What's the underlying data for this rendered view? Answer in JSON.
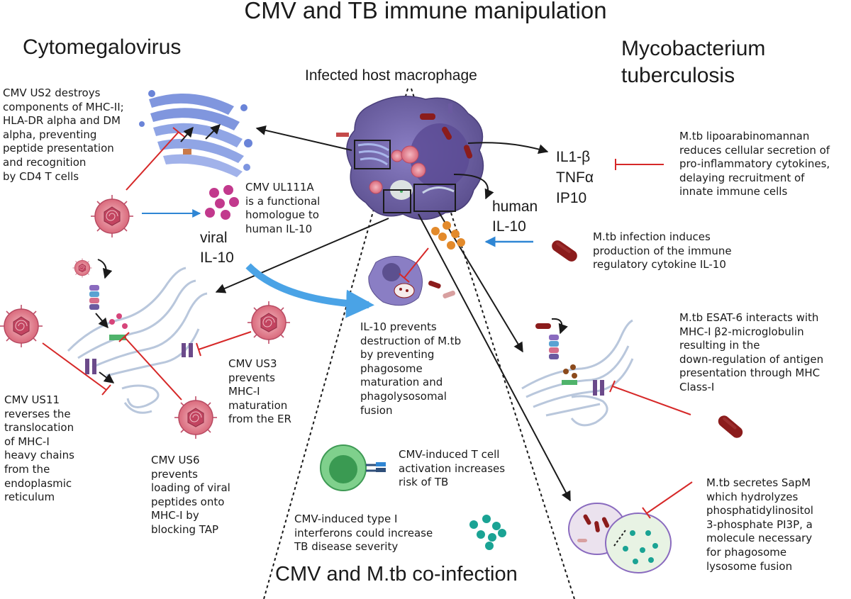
{
  "title": "CMV and TB immune manipulation",
  "headings": {
    "cmv": "Cytomegalovirus",
    "mtb": "Mycobacterium\ntuberculosis",
    "macrophage": "Infected host macrophage",
    "coinfection": "CMV and M.tb co-infection",
    "viral_il10": "viral\nIL-10",
    "human_il10": "human\nIL-10",
    "cytokines": "IL1-β\nTNFα\nIP10"
  },
  "annotations": {
    "us2": "CMV US2 destroys\ncomponents of MHC-II;\nHLA-DR alpha and DM\nalpha, preventing\npeptide presentation\nand recognition\nby CD4 T cells",
    "ul111a": "CMV UL111A\nis a functional\nhomologue to\nhuman IL-10",
    "us11": "CMV US11\nreverses the\ntranslocation\nof MHC-I\nheavy chains\nfrom the\nendoplasmic\nreticulum",
    "us3": "CMV US3\nprevents\nMHC-I\nmaturation\nfrom the ER",
    "us6": "CMV US6\nprevents\nloading of viral\npeptides onto\nMHC-I by\nblocking TAP",
    "il10_prevents": "IL-10 prevents\ndestruction of M.tb\nby preventing\nphagosome\nmaturation and\nphagolysosomal\nfusion",
    "tcell": "CMV-induced T cell\nactivation increases\nrisk of TB",
    "interferon": "CMV-induced type I\ninterferons could increase\nTB disease severity",
    "lipoarabinomannan": "M.tb lipoarabinomannan\nreduces cellular secretion of\npro-inflammatory cytokines,\ndelaying recruitment of\ninnate immune cells",
    "mtb_il10": "M.tb infection induces\nproduction of the immune\nregulatory cytokine IL-10",
    "esat6": "M.tb ESAT-6 interacts with\nMHC-I β2-microglobulin\nresulting in the\ndown-regulation of antigen\npresentation through MHC\nClass-I",
    "sapm": "M.tb secretes SapM\nwhich hydrolyzes\nphosphatidylinositol\n3-phosphate PI3P, a\nmolecule necessary\nfor phagosome\nlysosome fusion"
  },
  "colors": {
    "inhibit": "#d62828",
    "activate": "#2f86d4",
    "arrow": "#1a1a1a",
    "macrophage": "#6f63a8",
    "virus": "#e07a8a",
    "mtb": "#8b1c1c",
    "il10_viral": "#c2398d",
    "il10_human": "#e38a2b",
    "interferon": "#1aa394",
    "golgi": "#6a84d8",
    "er": "#b9c7dc",
    "tcell": "#4fb36b"
  }
}
